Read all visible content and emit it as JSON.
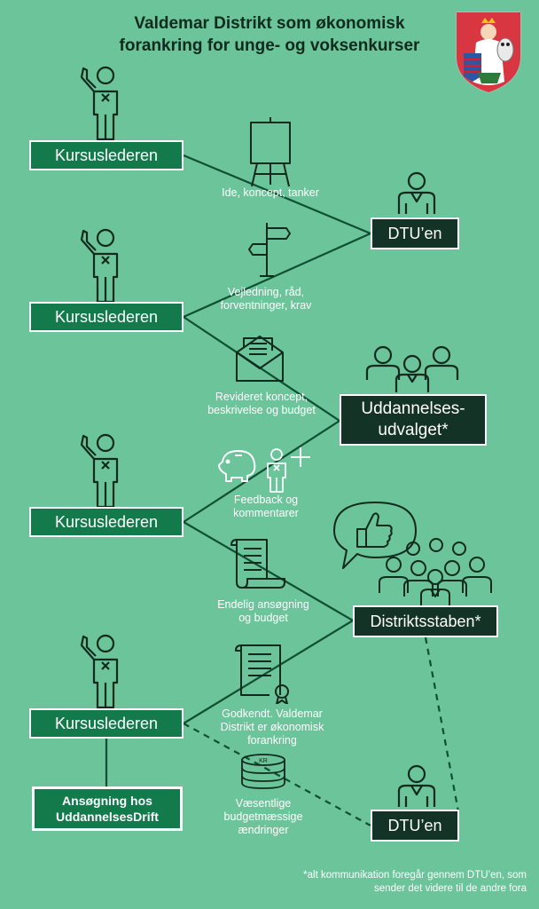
{
  "title": {
    "line1": "Valdemar Distrikt som økonomisk",
    "line2": "forankring for unge- og voksenkurser"
  },
  "nodes": {
    "kursuslederen_1": "Kursuslederen",
    "kursuslederen_2": "Kursuslederen",
    "kursuslederen_3": "Kursuslederen",
    "kursuslederen_4": "Kursuslederen",
    "dtu_1": "DTU’en",
    "dtu_2": "DTU’en",
    "uddannelses_line1": "Uddannelses-",
    "uddannelses_line2": "udvalget*",
    "distriktsstaben": "Distriktsstaben*",
    "ansogning_line1": "Ansøgning hos",
    "ansogning_line2": "UddannelsesDrift"
  },
  "labels": {
    "ide": "Ide, koncept, tanker",
    "vejledning_1": "Vejledning, råd,",
    "vejledning_2": "forventninger, krav",
    "revideret_1": "Revideret koncept,",
    "revideret_2": "beskrivelse og budget",
    "feedback_1": "Feedback og",
    "feedback_2": "kommentarer",
    "endelig_1": "Endelig ansøgning",
    "endelig_2": "og budget",
    "godkendt_1": "Godkendt. Valdemar",
    "godkendt_2": "Distrikt er økonomisk",
    "godkendt_3": "forankring",
    "vaesentlige_1": "Væsentlige",
    "vaesentlige_2": "budgetmæssige",
    "vaesentlige_3": "ændringer",
    "coin_text": "KR"
  },
  "footnote": {
    "line1": "*alt kommunikation foregår gennem DTU’en, som",
    "line2": "sender det videre til de andre fora"
  },
  "colors": {
    "background": "#6cc49a",
    "box_green": "#137a4c",
    "box_dark": "#123326",
    "line": "#0f4f33"
  },
  "icons": [
    "coat-of-arms-icon",
    "person-raising-hand-icon",
    "person-icon",
    "group-icon",
    "easel-icon",
    "signpost-icon",
    "envelope-icon",
    "piggy-bank-icon",
    "scroll-icon",
    "certificate-icon",
    "coin-stack-icon",
    "thumbs-up-bubble-icon",
    "crowd-icon"
  ]
}
